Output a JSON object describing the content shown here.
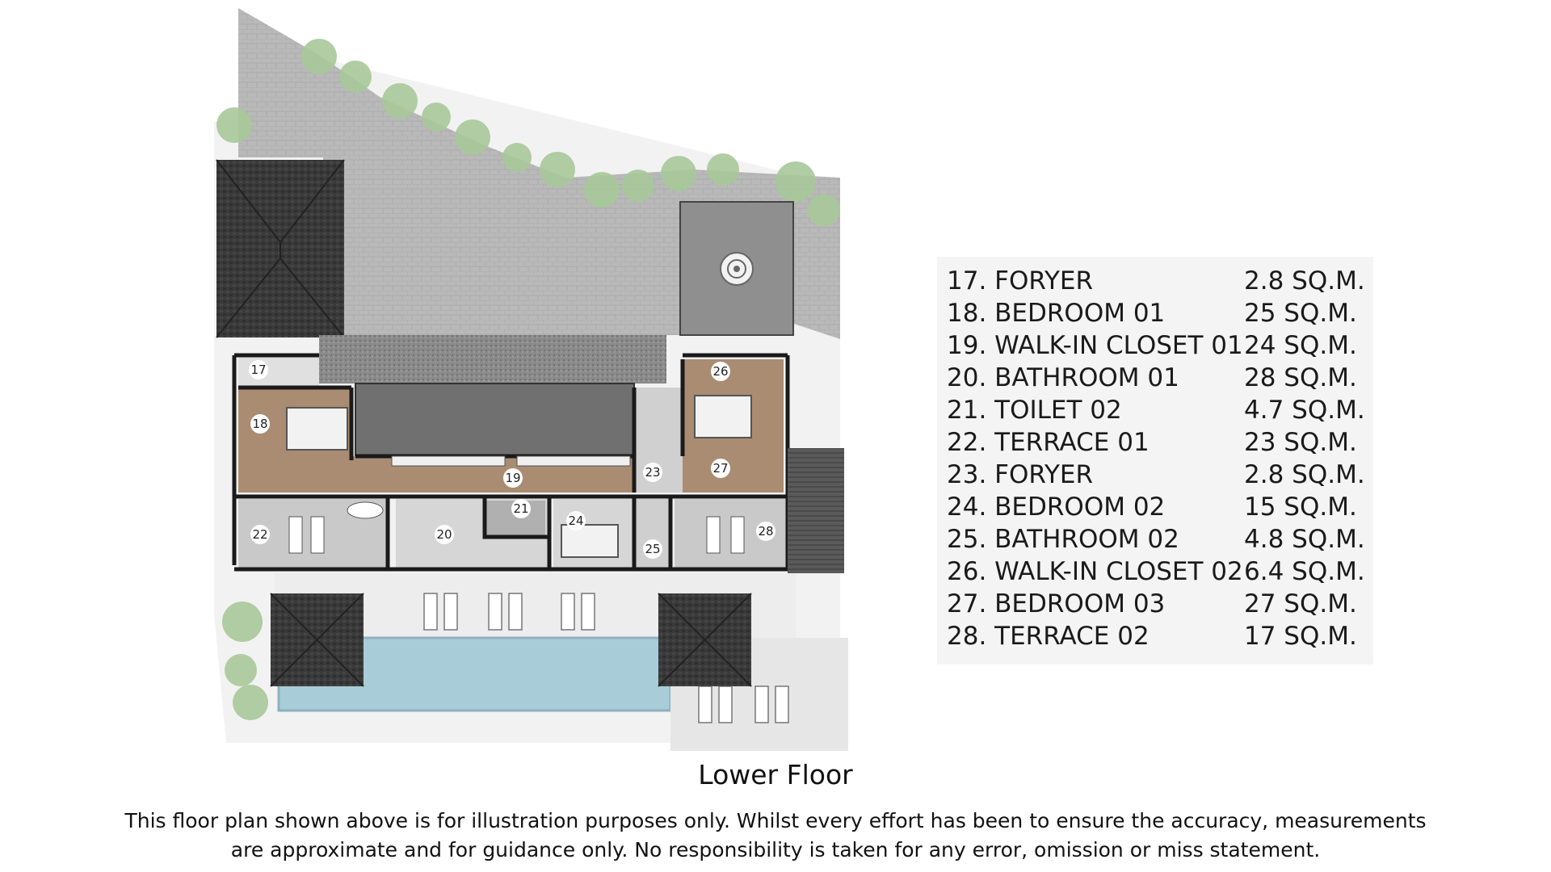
{
  "plan": {
    "room_labels": [
      "17",
      "18",
      "19",
      "20",
      "21",
      "22",
      "23",
      "24",
      "25",
      "26",
      "27",
      "28"
    ]
  },
  "legend": {
    "rows": [
      {
        "name": "17. FORYER",
        "area": "2.8 SQ.M."
      },
      {
        "name": "18. BEDROOM 01",
        "area": "25  SQ.M."
      },
      {
        "name": "19. WALK-IN CLOSET 01",
        "area": "24  SQ.M."
      },
      {
        "name": "20. BATHROOM 01",
        "area": "28  SQ.M."
      },
      {
        "name": "21. TOILET 02",
        "area": "4.7 SQ.M."
      },
      {
        "name": "22. TERRACE 01",
        "area": "23  SQ.M."
      },
      {
        "name": "23. FORYER",
        "area": "2.8 SQ.M."
      },
      {
        "name": "24. BEDROOM 02",
        "area": "15  SQ.M."
      },
      {
        "name": "25. BATHROOM 02",
        "area": "4.8 SQ.M."
      },
      {
        "name": "26. WALK-IN CLOSET 02",
        "area": "6.4 SQ.M."
      },
      {
        "name": "27. BEDROOM 03",
        "area": "27  SQ.M."
      },
      {
        "name": "28. TERRACE 02",
        "area": "17  SQ.M."
      }
    ]
  },
  "title": "Lower Floor",
  "disclaimer": {
    "line1": "This floor plan shown above is for illustration purposes only. Whilst every effort has been to ensure the accuracy, measurements",
    "line2": "are approximate and for guidance only. No responsibility is taken for any error, omission or miss statement."
  },
  "colors": {
    "roof": "#3c3c3c",
    "wood_floor": "#a98c72",
    "tile_floor": "#d4d4d4",
    "wall": "#1a1a1a",
    "pool": "#a9cdd8",
    "paving": "#b5b5b5",
    "garden": "#9fbf94"
  }
}
